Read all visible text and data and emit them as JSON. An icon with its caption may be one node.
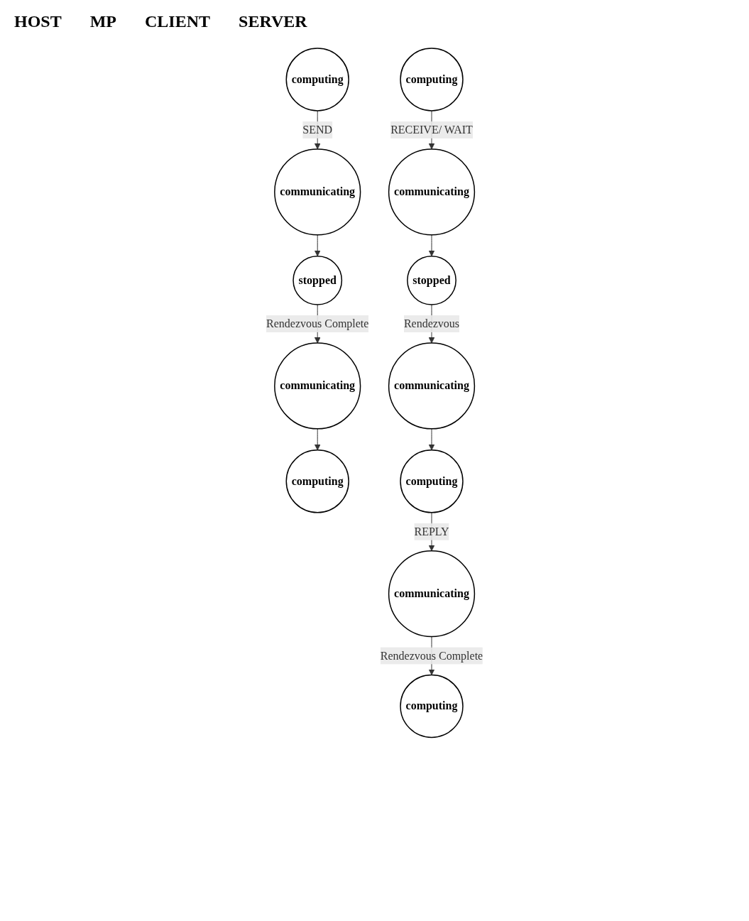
{
  "diagram": {
    "nodes": [
      {
        "text": [
          "computing"
        ]
      },
      {
        "text": [
          "communicating"
        ]
      },
      {
        "text": [
          "stopped"
        ]
      },
      {
        "text": [
          "computing"
        ]
      },
      {
        "text": [
          "communicating"
        ]
      },
      {
        "text": [
          "computing"
        ]
      },
      {
        "text": [
          "communicating"
        ]
      },
      {
        "text": [
          "stopped"
        ]
      },
      {
        "text": [
          "communicating"
        ]
      },
      {
        "text": [
          "computing"
        ]
      },
      {
        "text": [
          "communicating"
        ]
      },
      {
        "text": [
          "computing"
        ]
      }
    ],
    "edges": [
      {
        "from": 0,
        "to": 1,
        "arrow": "to",
        "label": "SEND"
      },
      {
        "from": 1,
        "to": 2,
        "arrow": "to"
      },
      {
        "from": 2,
        "to": 4,
        "arrow": "to",
        "label": "Rendezvous Complete"
      },
      {
        "from": 4,
        "to": 3,
        "arrow": "to"
      },
      {
        "from": 5,
        "to": 6,
        "arrow": "to",
        "label": "RECEIVE/ WAIT"
      },
      {
        "from": 6,
        "to": 7,
        "arrow": "to"
      },
      {
        "from": 7,
        "to": 8,
        "arrow": "to",
        "label": "Rendezvous"
      },
      {
        "from": 8,
        "to": 9,
        "arrow": "to"
      },
      {
        "from": 9,
        "to": 10,
        "arrow": "to",
        "label": "REPLY"
      },
      {
        "from": 10,
        "to": 11,
        "arrow": "to",
        "label": "Rendezvous Complete"
      }
    ],
    "labels": [
      "HOST",
      "MP",
      "CLIENT",
      "SERVER"
    ]
  }
}
